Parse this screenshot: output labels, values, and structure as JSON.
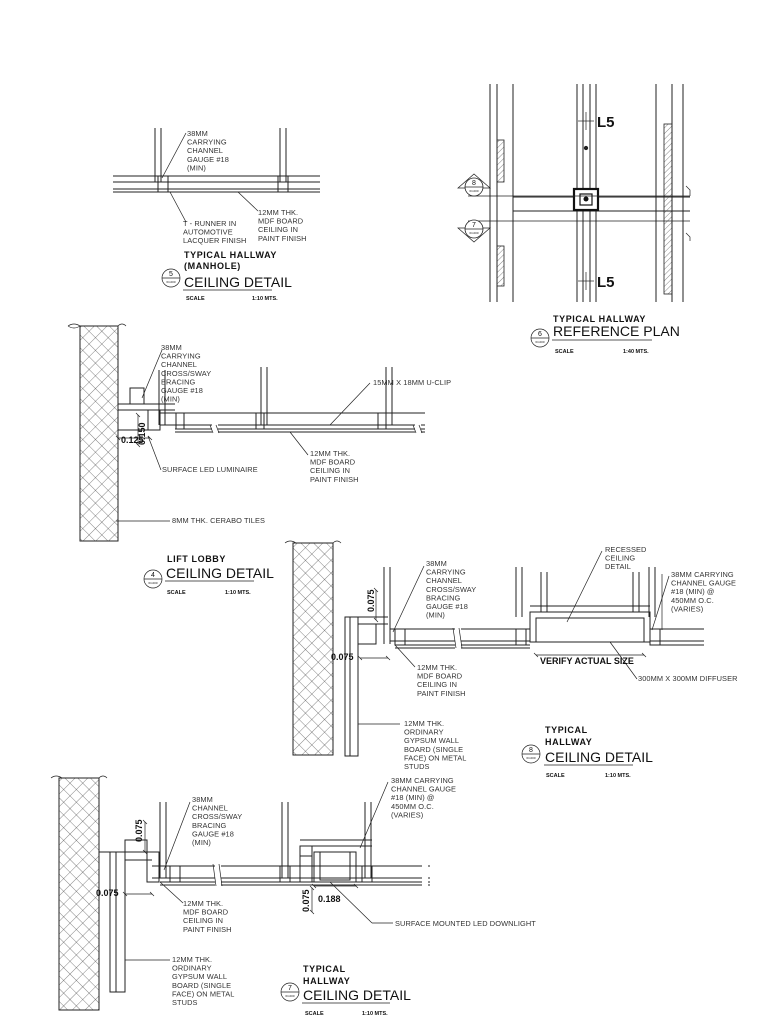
{
  "details": {
    "d5": {
      "title": [
        "TYPICAL HALLWAY",
        "(MANHOLE)"
      ],
      "name": "CEILING DETAIL",
      "bubble": {
        "num": "5",
        "sheet": "ID-000"
      },
      "scale_label": "SCALE",
      "scale": "1:10 MTS.",
      "notes": [
        [
          "38MM",
          "CARRYING",
          "CHANNEL",
          "GAUGE #18",
          "(MIN)"
        ],
        [
          "T - RUNNER IN",
          "AUTOMOTIVE",
          "LACQUER FINISH"
        ],
        [
          "12MM THK.",
          "MDF BOARD",
          "CEILING IN",
          "PAINT FINISH"
        ]
      ]
    },
    "d6": {
      "title": [
        "TYPICAL HALLWAY"
      ],
      "name": "REFERENCE PLAN",
      "bubble": {
        "num": "6",
        "sheet": "ID-000"
      },
      "scale_label": "SCALE",
      "scale": "1:40 MTS.",
      "levels": [
        "L5",
        "L5"
      ],
      "section_markers": [
        {
          "num": "8",
          "sheet": "ID-000"
        },
        {
          "num": "7",
          "sheet": "ID-000"
        }
      ]
    },
    "d4": {
      "title": [
        "LIFT LOBBY"
      ],
      "name": "CEILING DETAIL",
      "bubble": {
        "num": "4",
        "sheet": "ID-000"
      },
      "scale_label": "SCALE",
      "scale": "1:10 MTS.",
      "dims": [
        "0.125",
        "0.150"
      ],
      "notes": [
        [
          "38MM",
          "CARRYING",
          "CHANNEL",
          "CROSS/SWAY",
          "BRACING",
          "GAUGE #18",
          "(MIN)"
        ],
        [
          "15MM X 18MM U-CLIP"
        ],
        [
          "12MM THK.",
          "MDF BOARD",
          "CEILING IN",
          "PAINT FINISH"
        ],
        [
          "SURFACE LED LUMINAIRE"
        ],
        [
          "8MM THK. CERABO TILES"
        ]
      ]
    },
    "d8": {
      "title": [
        "TYPICAL",
        "HALLWAY"
      ],
      "name": "CEILING DETAIL",
      "bubble": {
        "num": "8",
        "sheet": "ID-000"
      },
      "scale_label": "SCALE",
      "scale": "1:10 MTS.",
      "dims": [
        "0.075",
        "0.075"
      ],
      "verify": "VERIFY ACTUAL SIZE",
      "notes": [
        [
          "38MM",
          "CARRYING",
          "CHANNEL",
          "CROSS/SWAY",
          "BRACING",
          "GAUGE #18",
          "(MIN)"
        ],
        [
          "RECESSED",
          "CEILING",
          "DETAIL"
        ],
        [
          "38MM CARRYING",
          "CHANNEL GAUGE",
          "#18 (MIN) @",
          "450MM O.C.",
          "(VARIES)"
        ],
        [
          "12MM THK.",
          "MDF BOARD",
          "CEILING IN",
          "PAINT FINISH"
        ],
        [
          "300MM X 300MM DIFFUSER"
        ],
        [
          "12MM THK.",
          "ORDINARY",
          "GYPSUM WALL",
          "BOARD (SINGLE",
          "FACE) ON METAL",
          "STUDS"
        ]
      ]
    },
    "d7": {
      "title": [
        "TYPICAL",
        "HALLWAY"
      ],
      "name": "CEILING DETAIL",
      "bubble": {
        "num": "7",
        "sheet": "ID-000"
      },
      "scale_label": "SCALE",
      "scale": "1:10 MTS.",
      "dims": [
        "0.075",
        "0.075",
        "0.075",
        "0.188"
      ],
      "notes": [
        [
          "38MM",
          "CHANNEL",
          "CROSS/SWAY",
          "BRACING",
          "GAUGE #18",
          "(MIN)"
        ],
        [
          "38MM CARRYING",
          "CHANNEL GAUGE",
          "#18 (MIN) @",
          "450MM O.C.",
          "(VARIES)"
        ],
        [
          "12MM THK.",
          "MDF BOARD",
          "CEILING IN",
          "PAINT FINISH"
        ],
        [
          "SURFACE MOUNTED LED DOWNLIGHT"
        ],
        [
          "12MM THK.",
          "ORDINARY",
          "GYPSUM WALL",
          "BOARD (SINGLE",
          "FACE) ON METAL",
          "STUDS"
        ]
      ]
    }
  }
}
